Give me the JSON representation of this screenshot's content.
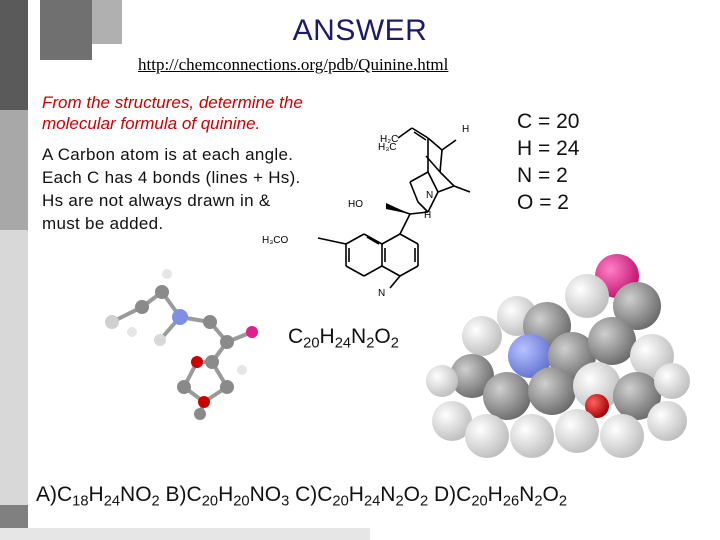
{
  "slide": {
    "title": "ANSWER",
    "url": "http://chemconnections.org/pdb/Quinine.html",
    "question_line1": "From the structures, determine the",
    "question_line2": "molecular formula of quinine.",
    "note_lines": [
      "A Carbon atom is at each angle.",
      "Each C has 4 bonds (lines + Hs).",
      "Hs are not always drawn in &",
      "must be added."
    ]
  },
  "counts": [
    {
      "element": "C",
      "eq": "=",
      "value": "20"
    },
    {
      "element": "H",
      "eq": "=",
      "value": "24"
    },
    {
      "element": "N",
      "eq": "=",
      "value": "2"
    },
    {
      "element": "O",
      "eq": "=",
      "value": "2"
    }
  ],
  "formula": {
    "parts": [
      "C",
      "20",
      "H",
      "24",
      "N",
      "2",
      "O",
      "2"
    ]
  },
  "choices": {
    "a": [
      "A)C",
      "18",
      "H",
      "24",
      "NO",
      "2"
    ],
    "b": [
      "B)C",
      "20",
      "H",
      "20",
      "NO",
      "3"
    ],
    "c": [
      "C)C",
      "20",
      "H",
      "24",
      "N",
      "2",
      "O",
      "2"
    ],
    "d": [
      "D)C",
      "20",
      "H",
      "26",
      "N",
      "2",
      "O",
      "2"
    ]
  },
  "structure_labels": {
    "h2c": "H₂C",
    "h_top": "H",
    "h3c": "H₃C",
    "n_ring": "N",
    "ho": "HO",
    "h_bottom": "H",
    "h3co": "H₃CO",
    "n_quin": "N"
  },
  "colors": {
    "title": "#1a1a6e",
    "question": "#cc0000",
    "nitrogen": "#7f8fe6",
    "oxygen_red": "#cc0000",
    "oxygen_pink": "#e0208c",
    "carbon": "#8a8a8a",
    "hydrogen": "#e8e8e8"
  }
}
